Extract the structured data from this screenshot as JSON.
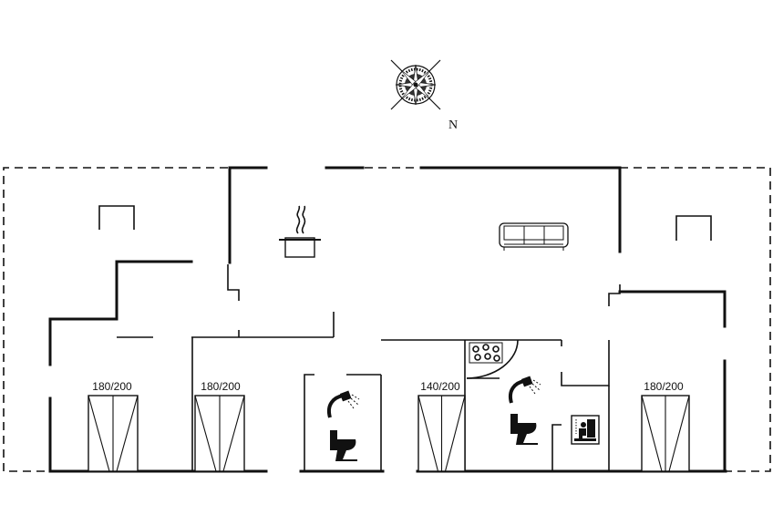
{
  "compass": {
    "north_label": "N",
    "icon": "compass-rose-icon"
  },
  "rooms": [
    {
      "id": "bedroom-1",
      "bed_label": "180/200",
      "icon": "double-bed-icon"
    },
    {
      "id": "bedroom-2",
      "bed_label": "180/200",
      "icon": "double-bed-icon"
    },
    {
      "id": "bedroom-3",
      "bed_label": "140/200",
      "icon": "double-bed-icon"
    },
    {
      "id": "bedroom-4",
      "bed_label": "180/200",
      "icon": "double-bed-icon"
    }
  ],
  "fixtures": [
    {
      "id": "kitchen",
      "icon": "cooking-pot-icon"
    },
    {
      "id": "living-room",
      "icon": "sofa-icon"
    },
    {
      "id": "bathroom-1",
      "icons": [
        "shower-icon",
        "toilet-icon"
      ]
    },
    {
      "id": "bathroom-2",
      "icons": [
        "whirlpool-icon",
        "shower-icon",
        "toilet-icon"
      ]
    },
    {
      "id": "sauna",
      "icon": "sauna-icon"
    },
    {
      "id": "wood-stove-1",
      "icon": "stove-icon"
    },
    {
      "id": "wood-stove-2",
      "icon": "stove-icon"
    }
  ]
}
